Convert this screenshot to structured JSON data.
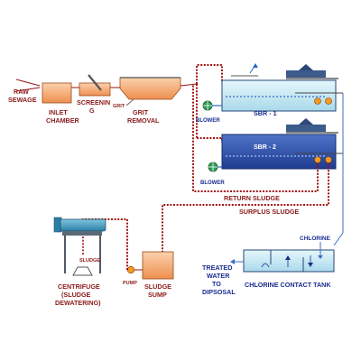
{
  "labels": {
    "raw_sewage_1": "RAW",
    "raw_sewage_2": "SEWAGE",
    "inlet_1": "INLET",
    "inlet_2": "CHAMBER",
    "screening_1": "SCREENIN",
    "screening_2": "G",
    "grit_small": "GRIT",
    "grit_1": "GRIT",
    "grit_2": "REMOVAL",
    "blower_1": "BLOWER",
    "blower_2": "BLOWER",
    "sbr1": "SBR - 1",
    "sbr2": "SBR - 2",
    "return_sludge": "RETURN SLUDGE",
    "surplus_sludge": "SURPLUS SLUDGE",
    "chlorine": "CHLORINE",
    "treated_1": "TREATED",
    "treated_2": "WATER",
    "treated_3": "TO",
    "treated_4": "DIPSOSAL",
    "chlorine_tank": "CHLORINE CONTACT TANK",
    "sludge_small": "SLUDGE",
    "pump": "PUMP",
    "sludge_sump_1": "SLUDGE",
    "sludge_sump_2": "SUMP",
    "centrifuge_1": "CENTRIFUGE",
    "centrifuge_2": "(SLUDGE",
    "centrifuge_3": "DEWATERING)"
  },
  "colors": {
    "label_maroon": "#8b1a1a",
    "label_blue": "#1a2d8f",
    "pipe_dotted": "#a01010",
    "water_light": "#c9ecf4",
    "sbr2_fill": "#2e4ea8",
    "tank_orange": "#f2a56a",
    "blower_green": "#2e9e56"
  }
}
